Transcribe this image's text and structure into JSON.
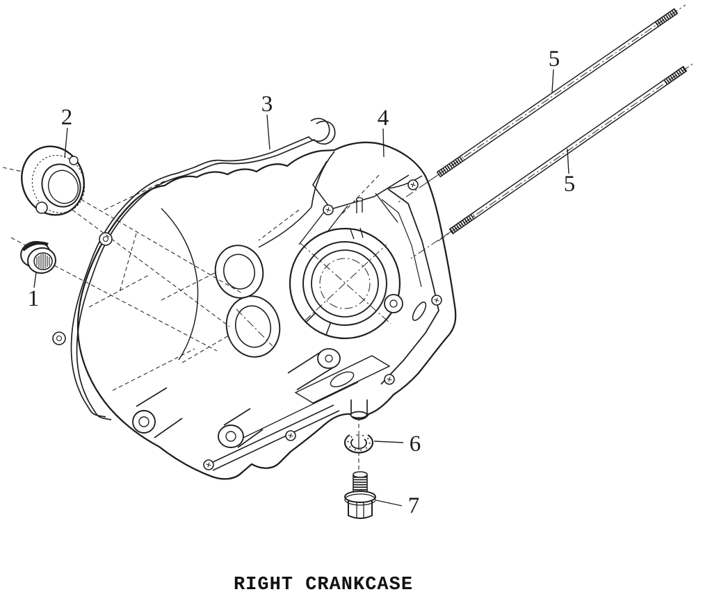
{
  "page": {
    "background_color": "#ffffff",
    "line_color": "#1f1f1f"
  },
  "title": {
    "text": "RIGHT CRANKCASE"
  },
  "diagram": {
    "type": "exploded-parts-line-drawing",
    "subject": "right crankcase assembly",
    "callouts": [
      {
        "number": "1",
        "part": "needle-bushing"
      },
      {
        "number": "2",
        "part": "ball-bearing"
      },
      {
        "number": "3",
        "part": "crankcase-gasket"
      },
      {
        "number": "4",
        "part": "right-crankcase-body"
      },
      {
        "number": "5",
        "part": "stud-bolt-upper"
      },
      {
        "number": "5",
        "part": "stud-bolt-lower"
      },
      {
        "number": "6",
        "part": "sealing-washer"
      },
      {
        "number": "7",
        "part": "drain-plug-bolt"
      }
    ]
  }
}
